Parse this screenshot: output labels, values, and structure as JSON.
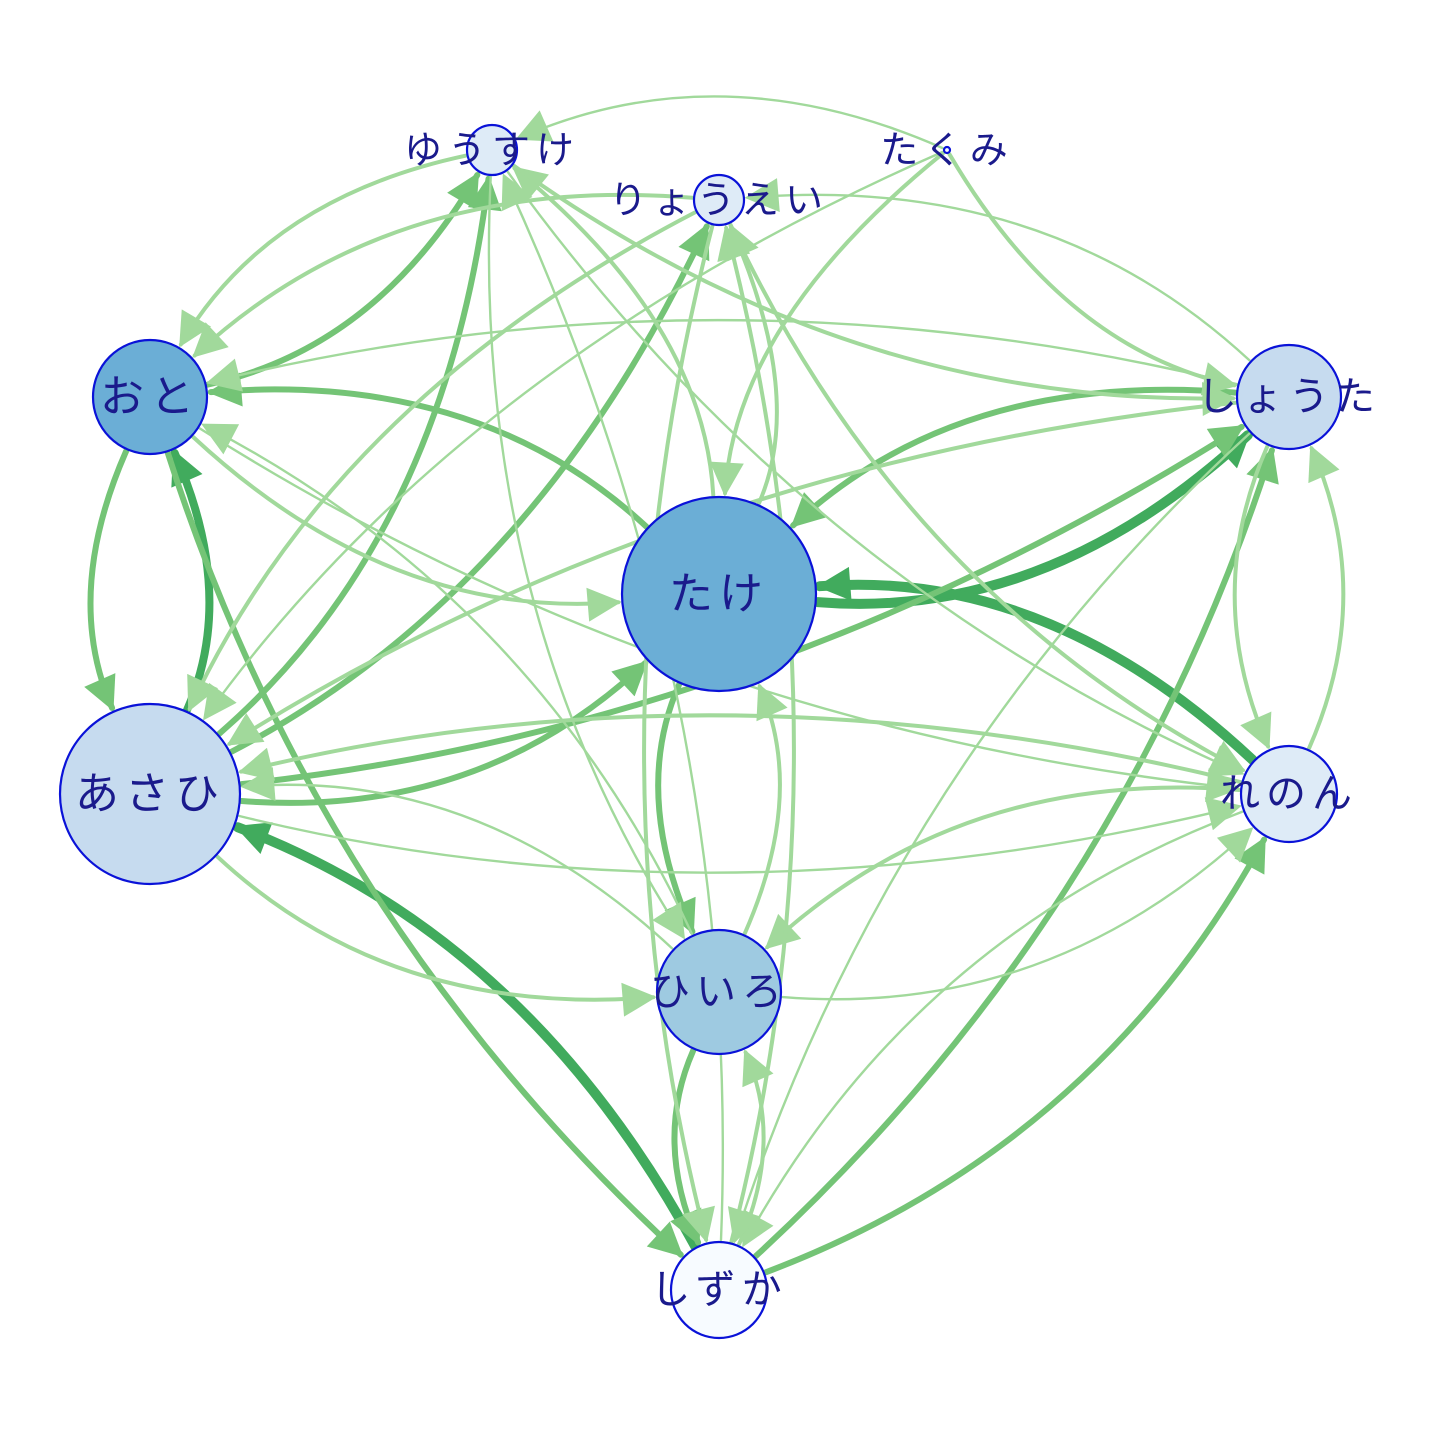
{
  "colors": {
    "edge_light": "#a1d99b",
    "edge_mid": "#74c476",
    "edge_dark": "#41ab5d",
    "node_stroke": "#0a12d8",
    "label": "#1a1a8c",
    "node_dark": "#6baed6",
    "node_mid": "#9ecae1",
    "node_light": "#c6dbef",
    "node_pale": "#deebf7",
    "node_white": "#f7fbff"
  },
  "nodes": [
    {
      "id": "take",
      "label": "たけ",
      "fill": "node_dark"
    },
    {
      "id": "oto",
      "label": "おと",
      "fill": "node_dark"
    },
    {
      "id": "asahi",
      "label": "あさひ",
      "fill": "node_light"
    },
    {
      "id": "hiiro",
      "label": "ひいろ",
      "fill": "node_mid"
    },
    {
      "id": "shota",
      "label": "しょうた",
      "fill": "node_light"
    },
    {
      "id": "renon",
      "label": "れのん",
      "fill": "node_pale"
    },
    {
      "id": "shizuka",
      "label": "しずか",
      "fill": "node_white"
    },
    {
      "id": "yusuke",
      "label": "ゆうすけ",
      "fill": "node_pale"
    },
    {
      "id": "ryoei",
      "label": "りょうえい",
      "fill": "node_pale"
    },
    {
      "id": "takumi",
      "label": "たくみ",
      "fill": "node_white"
    }
  ],
  "edges": [
    {
      "from": "take",
      "to": "shota",
      "weight": 5
    },
    {
      "from": "renon",
      "to": "take",
      "weight": 5
    },
    {
      "from": "shizuka",
      "to": "asahi",
      "weight": 5
    },
    {
      "from": "asahi",
      "to": "oto",
      "weight": 4
    },
    {
      "from": "oto",
      "to": "asahi",
      "weight": 3
    },
    {
      "from": "asahi",
      "to": "take",
      "weight": 3
    },
    {
      "from": "asahi",
      "to": "shota",
      "weight": 3
    },
    {
      "from": "asahi",
      "to": "ryoei",
      "weight": 3
    },
    {
      "from": "asahi",
      "to": "yusuke",
      "weight": 3
    },
    {
      "from": "oto",
      "to": "yusuke",
      "weight": 3
    },
    {
      "from": "take",
      "to": "hiiro",
      "weight": 3
    },
    {
      "from": "shota",
      "to": "take",
      "weight": 3
    },
    {
      "from": "shizuka",
      "to": "renon",
      "weight": 3
    },
    {
      "from": "shizuka",
      "to": "shota",
      "weight": 3
    },
    {
      "from": "hiiro",
      "to": "shizuka",
      "weight": 3
    },
    {
      "from": "oto",
      "to": "shizuka",
      "weight": 3
    },
    {
      "from": "take",
      "to": "oto",
      "weight": 3
    },
    {
      "from": "shota",
      "to": "asahi",
      "weight": 2
    },
    {
      "from": "shota",
      "to": "renon",
      "weight": 2
    },
    {
      "from": "renon",
      "to": "shota",
      "weight": 2
    },
    {
      "from": "shizuka",
      "to": "hiiro",
      "weight": 2
    },
    {
      "from": "hiiro",
      "to": "take",
      "weight": 2
    },
    {
      "from": "take",
      "to": "yusuke",
      "weight": 2
    },
    {
      "from": "yusuke",
      "to": "oto",
      "weight": 2
    },
    {
      "from": "yusuke",
      "to": "shota",
      "weight": 2
    },
    {
      "from": "ryoei",
      "to": "oto",
      "weight": 2
    },
    {
      "from": "ryoei",
      "to": "shizuka",
      "weight": 2
    },
    {
      "from": "ryoei",
      "to": "renon",
      "weight": 2
    },
    {
      "from": "ryoei",
      "to": "asahi",
      "weight": 2
    },
    {
      "from": "takumi",
      "to": "take",
      "weight": 2
    },
    {
      "from": "takumi",
      "to": "asahi",
      "weight": 1
    },
    {
      "from": "takumi",
      "to": "shota",
      "weight": 2
    },
    {
      "from": "takumi",
      "to": "yusuke",
      "weight": 1
    },
    {
      "from": "renon",
      "to": "asahi",
      "weight": 2
    },
    {
      "from": "renon",
      "to": "hiiro",
      "weight": 2
    },
    {
      "from": "renon",
      "to": "shizuka",
      "weight": 1
    },
    {
      "from": "asahi",
      "to": "renon",
      "weight": 1
    },
    {
      "from": "asahi",
      "to": "hiiro",
      "weight": 2
    },
    {
      "from": "hiiro",
      "to": "asahi",
      "weight": 1
    },
    {
      "from": "oto",
      "to": "renon",
      "weight": 1
    },
    {
      "from": "oto",
      "to": "take",
      "weight": 2
    },
    {
      "from": "shota",
      "to": "oto",
      "weight": 1
    },
    {
      "from": "shota",
      "to": "ryoei",
      "weight": 1
    },
    {
      "from": "hiiro",
      "to": "oto",
      "weight": 1
    },
    {
      "from": "hiiro",
      "to": "renon",
      "weight": 1
    },
    {
      "from": "yusuke",
      "to": "renon",
      "weight": 1
    },
    {
      "from": "yusuke",
      "to": "hiiro",
      "weight": 1
    },
    {
      "from": "shizuka",
      "to": "yusuke",
      "weight": 1
    },
    {
      "from": "shizuka",
      "to": "ryoei",
      "weight": 2
    },
    {
      "from": "take",
      "to": "ryoei",
      "weight": 2
    },
    {
      "from": "shota",
      "to": "shizuka",
      "weight": 1
    }
  ]
}
